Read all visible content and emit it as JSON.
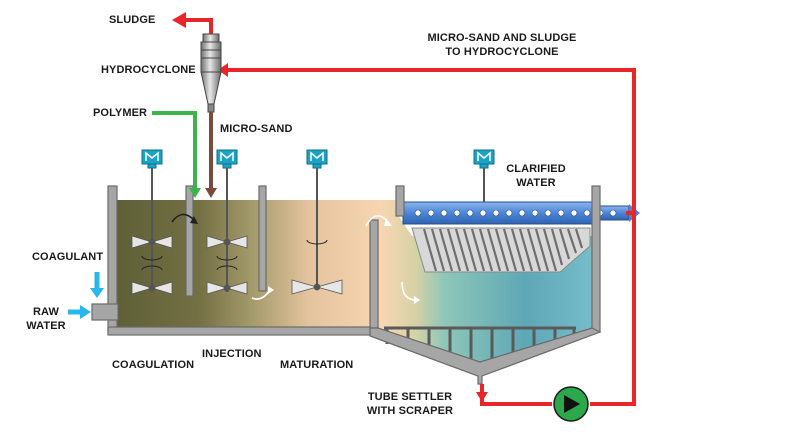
{
  "labels": {
    "sludge": "SLUDGE",
    "hydrocyclone": "HYDROCYCLONE",
    "polymer": "POLYMER",
    "micro_sand": "MICRO-SAND",
    "return_line_1": "MICRO-SAND AND SLUDGE",
    "return_line_2": "TO HYDROCYCLONE",
    "clarified_1": "CLARIFIED",
    "clarified_2": "WATER",
    "coagulant": "COAGULANT",
    "raw_1": "RAW",
    "raw_2": "WATER",
    "coagulation": "COAGULATION",
    "injection": "INJECTION",
    "maturation": "MATURATION",
    "tube_settler_1": "TUBE SETTLER",
    "tube_settler_2": "WITH SCRAPER"
  },
  "colors": {
    "recirculation_line": "#e8262a",
    "polymer_line": "#3bb54a",
    "microsand_line": "#7a4a3a",
    "inlet_arrow": "#29b6e8",
    "pump": "#2aa84a",
    "tank_wall": "#a8a8a8",
    "coagulation_zone": "#6b6a3a",
    "maturation_zone": "#f6d3ad",
    "settler_zone": "#6ab7c4",
    "clarified_channel": "#4f8fe0",
    "mixer_motor": "#1aa3c7"
  },
  "icons": [
    "mixer-motor-icon",
    "impeller-icon",
    "pump-icon",
    "hydrocyclone-icon",
    "flow-arrow-icon"
  ]
}
